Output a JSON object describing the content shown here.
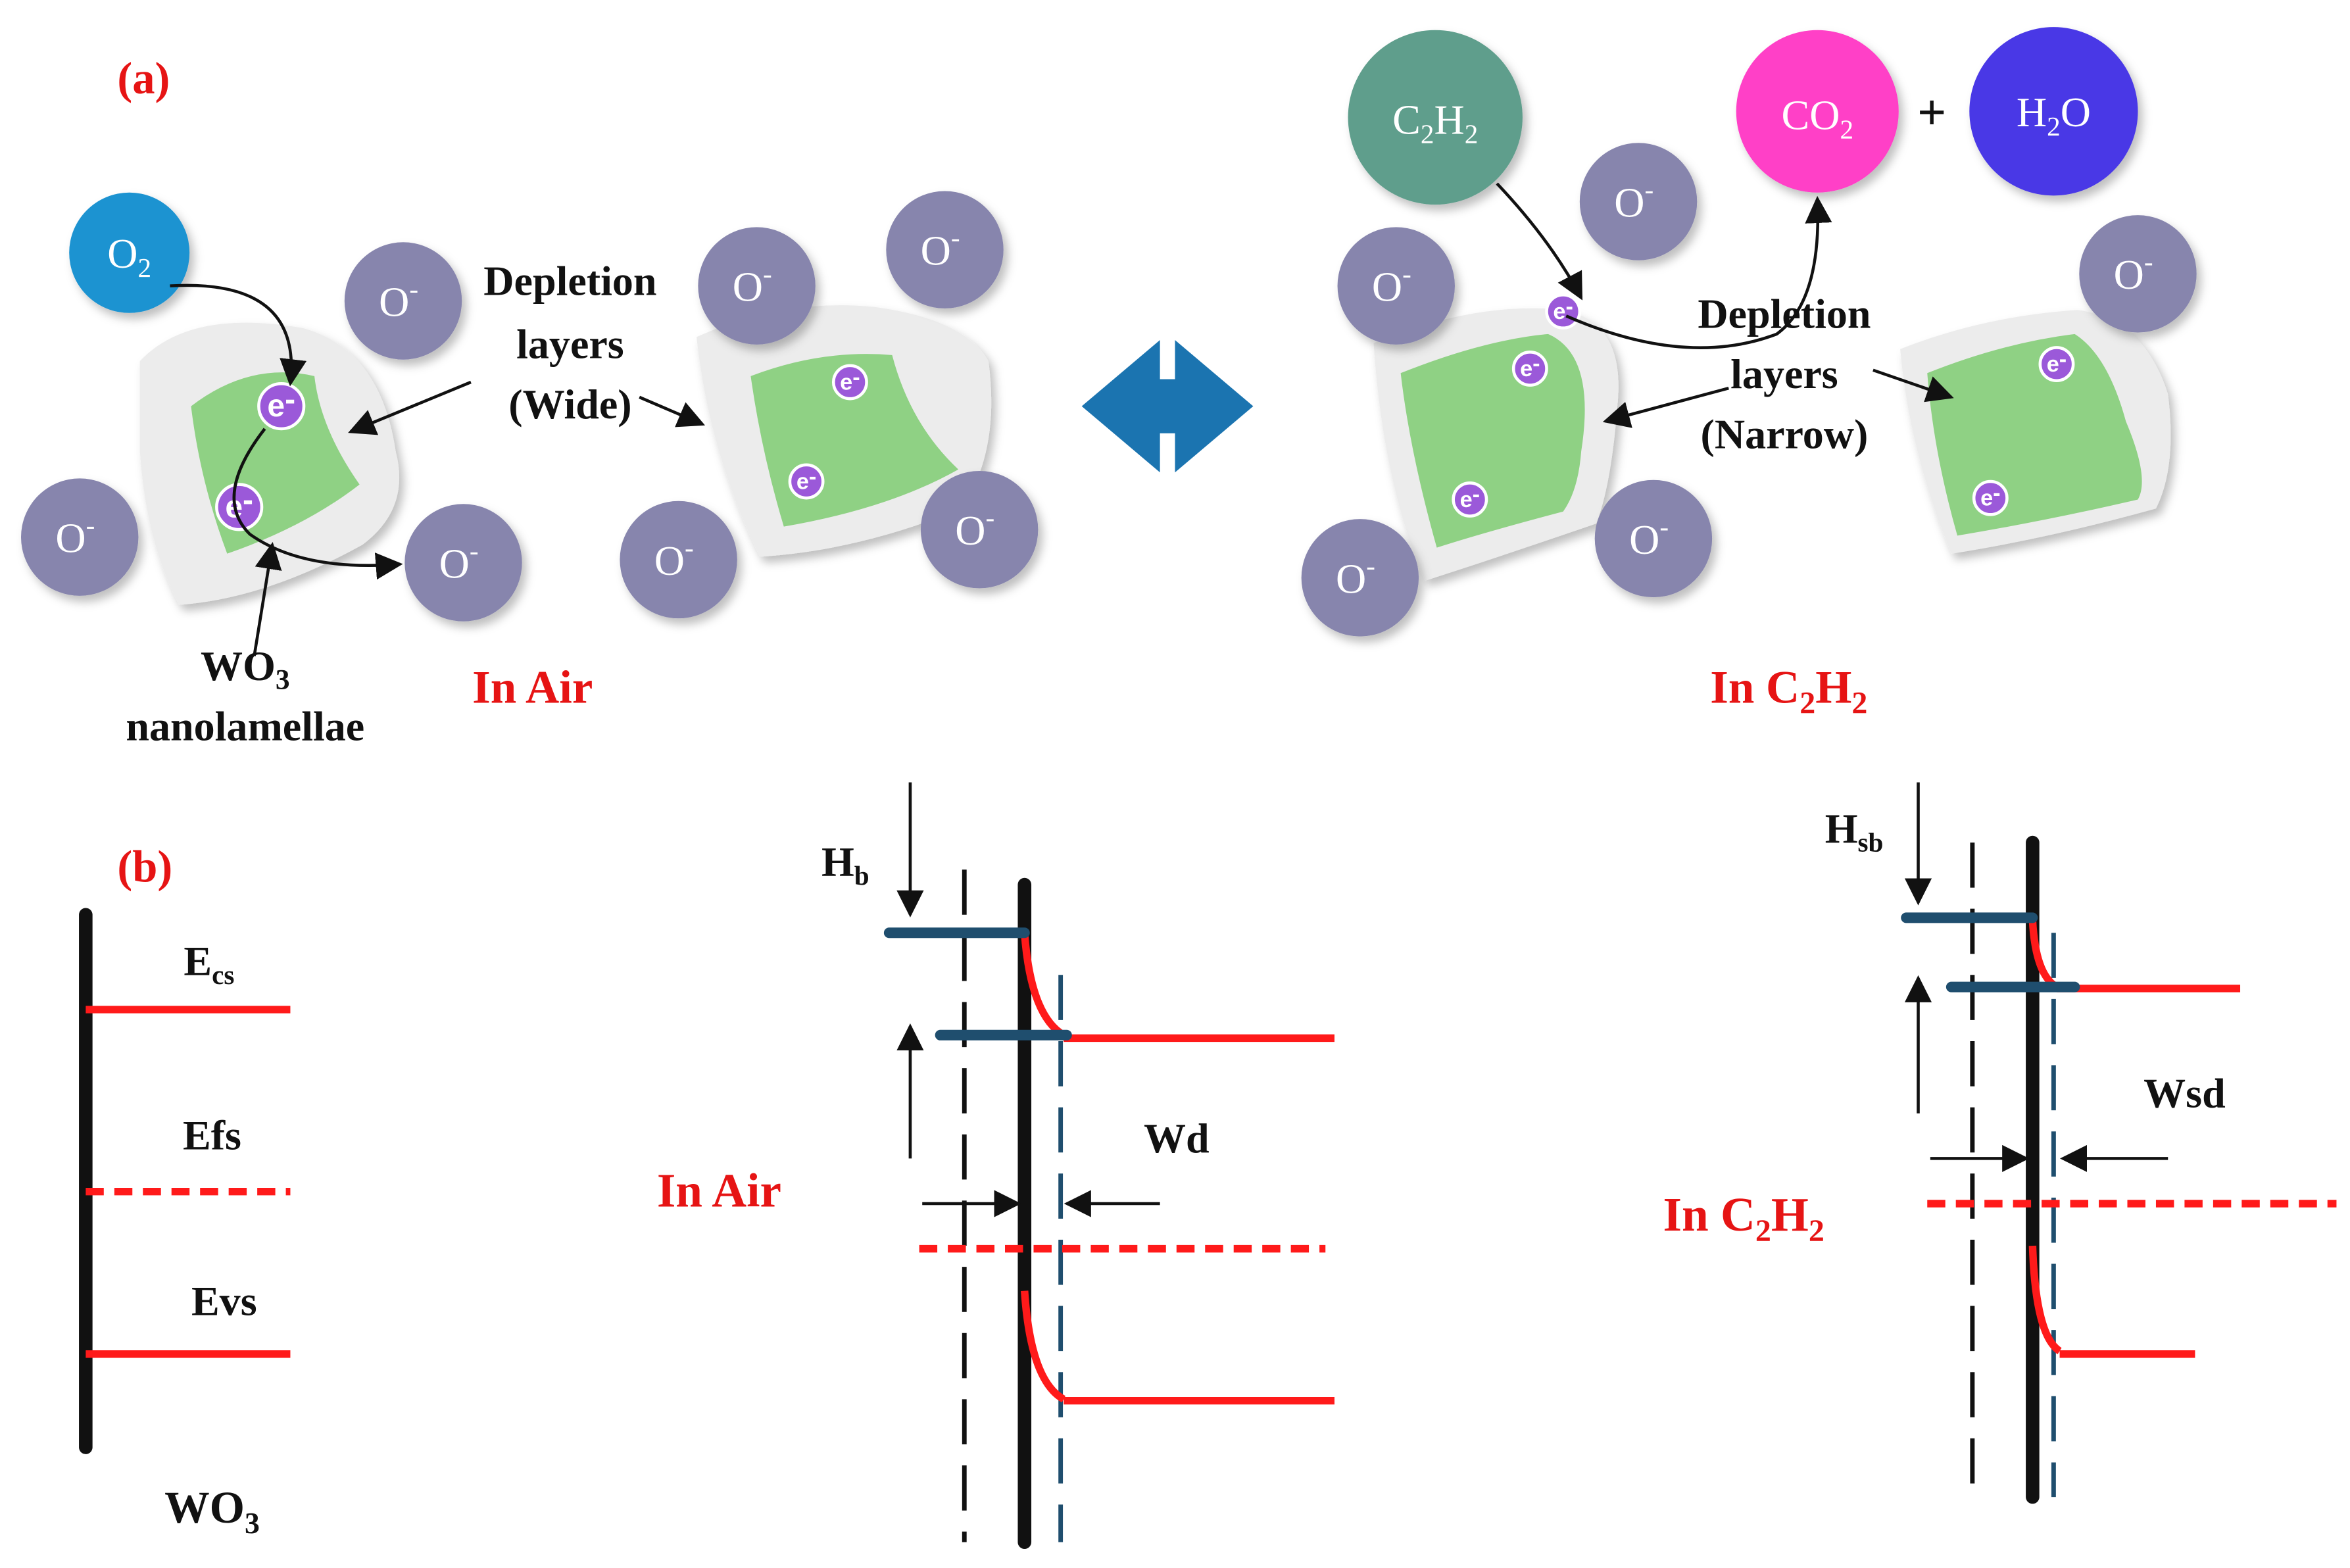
{
  "panel_a": {
    "label": "(a)",
    "ion": "O",
    "ion_charge": "-",
    "o2": {
      "main": "O",
      "sub": "2"
    },
    "electron": "e",
    "electron_charge": "-",
    "depletion_wide": {
      "line1": "Depletion",
      "line2": "layers",
      "line3": "(Wide)"
    },
    "depletion_narrow": {
      "line1": "Depletion",
      "line2": "layers",
      "line3": "(Narrow)"
    },
    "wo3_caption": {
      "main": "WO",
      "sub": "3",
      "line2": "nanolamellae"
    },
    "in_air": "In Air",
    "in_c2h2": {
      "p1": "In C",
      "s1": "2",
      "p2": "H",
      "s2": "2"
    },
    "c2h2_circle": {
      "p1": "C",
      "s1": "2",
      "p2": "H",
      "s2": "2"
    },
    "co2_circle": {
      "p1": "CO",
      "s1": "2"
    },
    "h2o_circle": {
      "p1": "H",
      "s1": "2",
      "p2": "O"
    },
    "plus": "+"
  },
  "panel_b": {
    "label": "(b)",
    "ecs": {
      "main": "E",
      "sub": "cs"
    },
    "efs": "Efs",
    "evs": "Evs",
    "wo3": {
      "main": "WO",
      "sub": "3"
    },
    "hb": {
      "main": "H",
      "sub": "b"
    },
    "wd": "Wd",
    "in_air": "In Air",
    "hsb": {
      "main": "H",
      "sub": "sb"
    },
    "wsd": "Wsd",
    "in_c2h2": {
      "p1": "In C",
      "s1": "2",
      "p2": "H",
      "s2": "2"
    }
  },
  "colors": {
    "ion": "#8785ad",
    "o2": "#1e93d1",
    "c2h2": "#5f9e8c",
    "co2": "#ff40c7",
    "h2o": "#4a38e6",
    "electron": "#9b59d9",
    "grain": "#8fd184",
    "depletion": "#ececec",
    "arrow": "#1b74b0",
    "band_red": "#ff1a1a",
    "band_blue": "#1f4e6e",
    "label_red": "#e61414"
  }
}
